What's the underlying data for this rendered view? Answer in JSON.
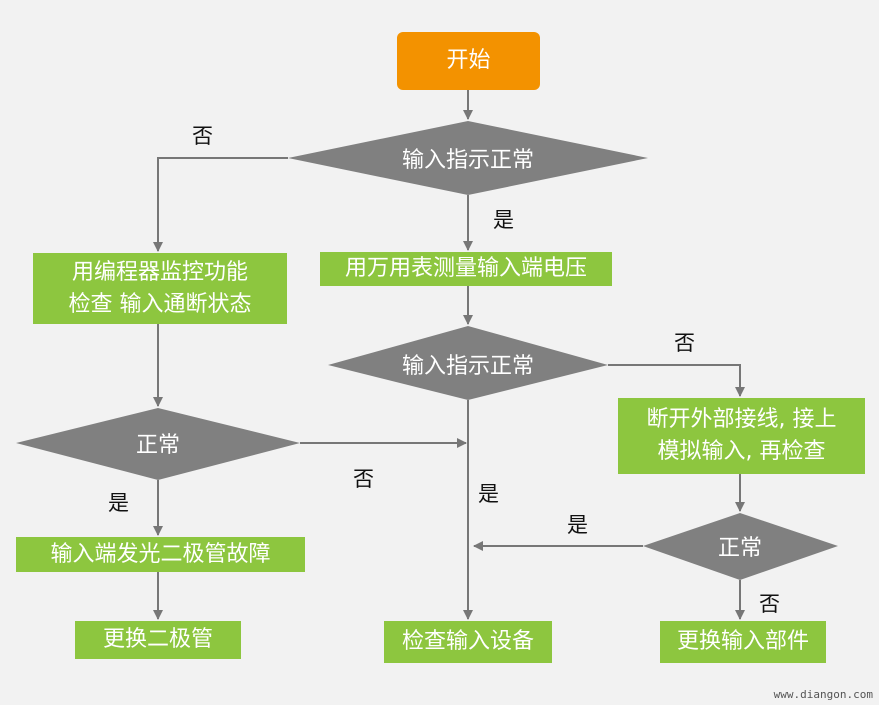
{
  "nodes": {
    "start": "开始",
    "check1": "输入指示正常",
    "monitor_line1": "用编程器监控功能",
    "monitor_line2": "检查 输入通断状态",
    "multimeter": "用万用表测量输入端电压",
    "check2": "输入指示正常",
    "normal_left": "正常",
    "disconnect_line1": "断开外部接线, 接上",
    "disconnect_line2": "模拟输入, 再检查",
    "normal_right": "正常",
    "led_fault": "输入端发光二极管故障",
    "replace_led": "更换二极管",
    "check_device": "检查输入设备",
    "replace_part": "更换输入部件"
  },
  "edge_labels": {
    "no_1": "否",
    "yes_1": "是",
    "no_2": "否",
    "no_3": "否",
    "yes_2": "是",
    "yes_3": "是",
    "yes_4": "是",
    "no_4": "否"
  },
  "watermark": "www.diangon.com",
  "colors": {
    "start": "#f39200",
    "process": "#8dc63f",
    "decision": "#808080",
    "line": "#777777",
    "background": "#f2f2f2"
  }
}
